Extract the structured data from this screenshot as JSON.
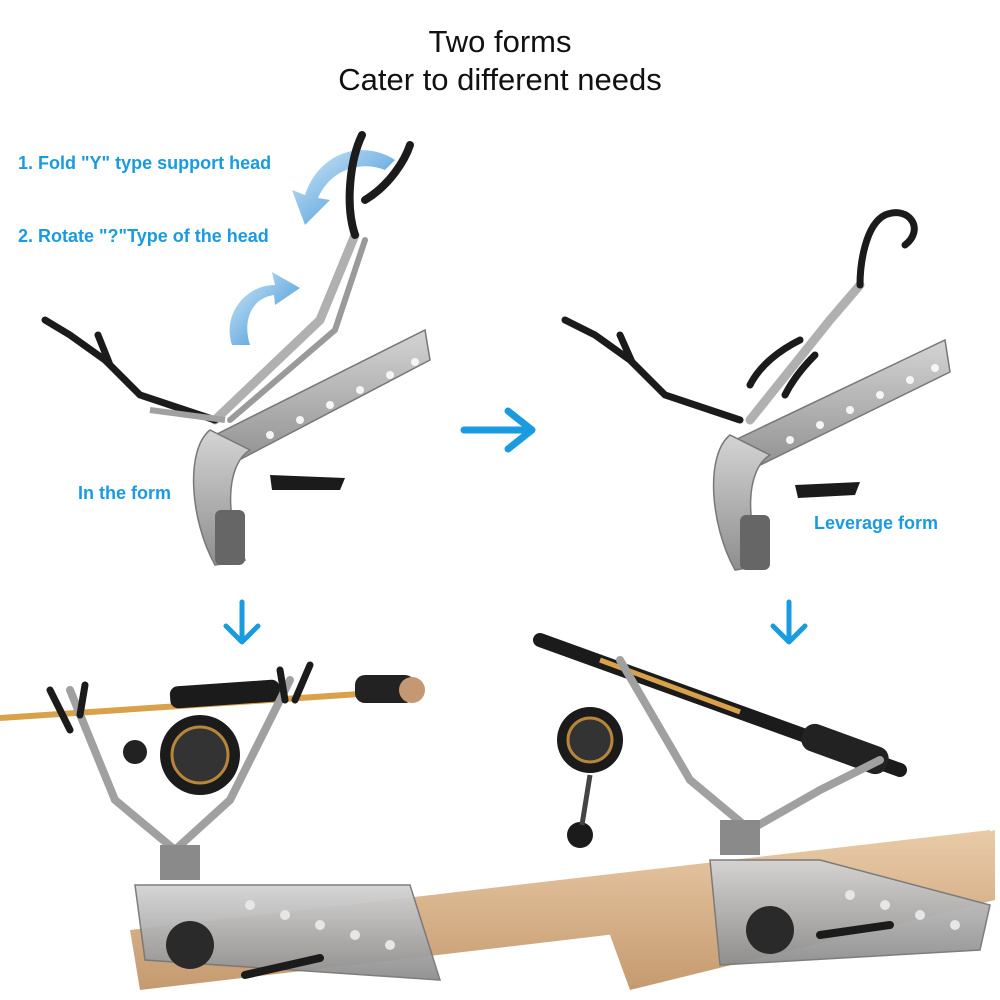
{
  "title": {
    "line1": "Two forms",
    "line2": "Cater to different needs"
  },
  "steps": {
    "step1": "1. Fold \"Y\" type support head",
    "step2": "2. Rotate \"?\"Type of the head"
  },
  "forms": {
    "left": "In the form",
    "right": "Leverage form"
  },
  "colors": {
    "accent": "#1a9be0",
    "title": "#111111",
    "metal": "#a9a9a9",
    "black_coating": "#1b1b1b",
    "rail": "#d9b48f"
  },
  "icons": [
    "right-arrow-icon",
    "down-arrow-icon",
    "curved-arrow-icon"
  ]
}
